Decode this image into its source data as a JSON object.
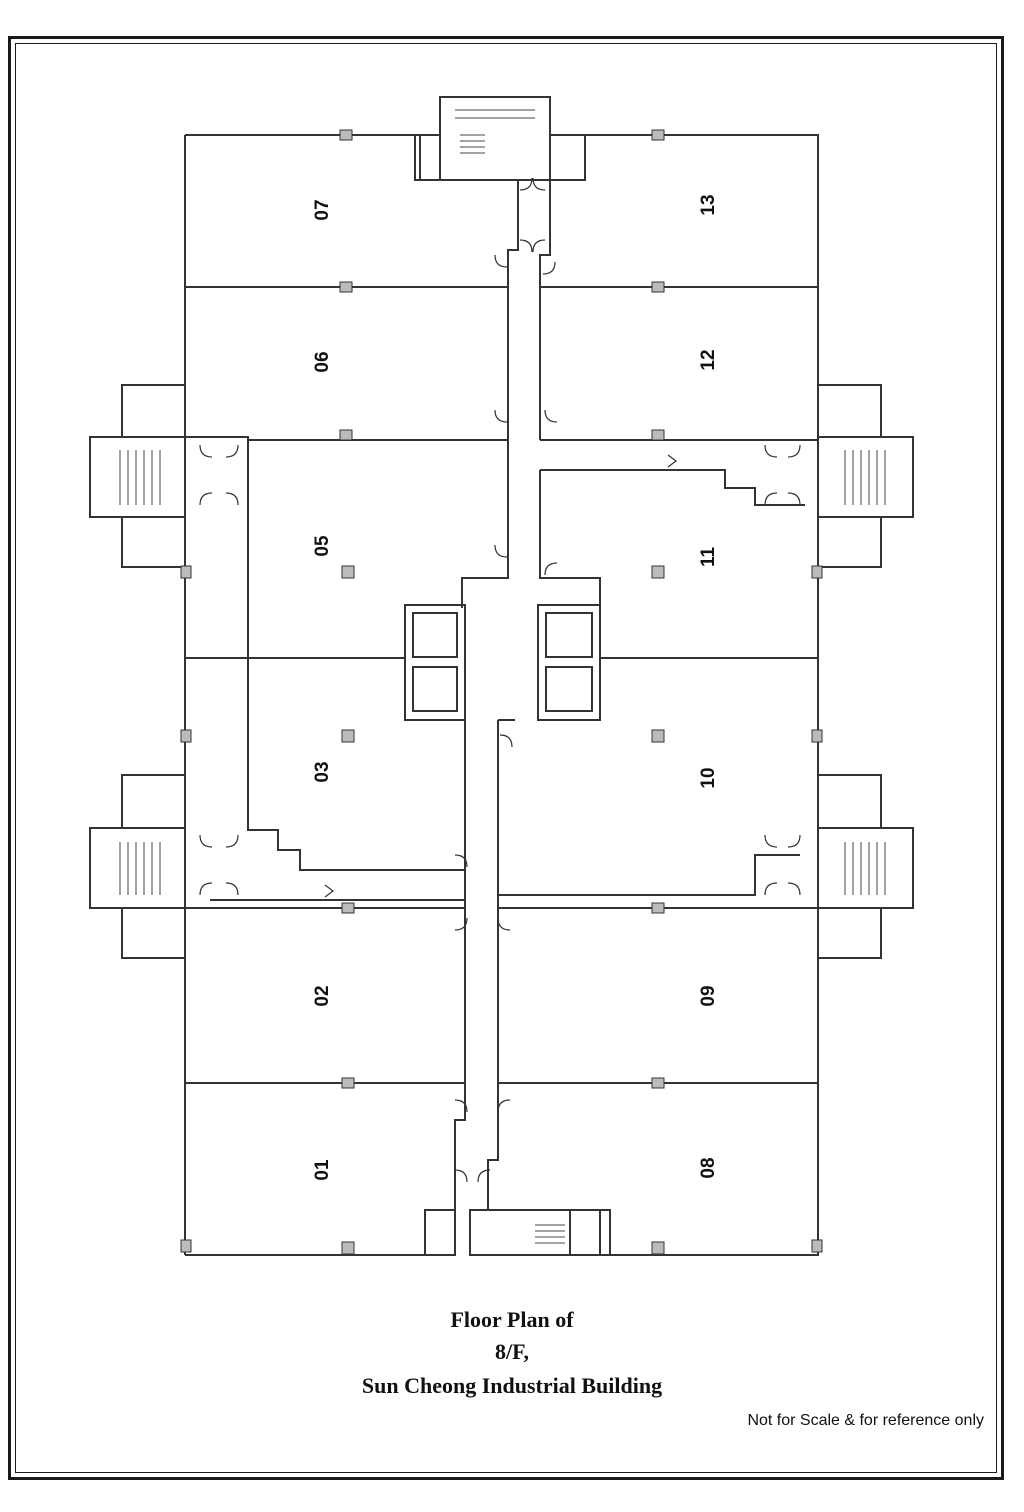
{
  "caption": {
    "line1": "Floor Plan of",
    "line2": "8/F,",
    "line3": "Sun Cheong Industrial Building"
  },
  "note": "Not for Scale & for reference only",
  "units": [
    {
      "id": "07",
      "label": "07"
    },
    {
      "id": "06",
      "label": "06"
    },
    {
      "id": "05",
      "label": "05"
    },
    {
      "id": "03",
      "label": "03"
    },
    {
      "id": "02",
      "label": "02"
    },
    {
      "id": "01",
      "label": "01"
    },
    {
      "id": "13",
      "label": "13"
    },
    {
      "id": "12",
      "label": "12"
    },
    {
      "id": "11",
      "label": "11"
    },
    {
      "id": "10",
      "label": "10"
    },
    {
      "id": "09",
      "label": "09"
    },
    {
      "id": "08",
      "label": "08"
    }
  ],
  "colors": {
    "line": "#333333",
    "background": "#ffffff"
  }
}
